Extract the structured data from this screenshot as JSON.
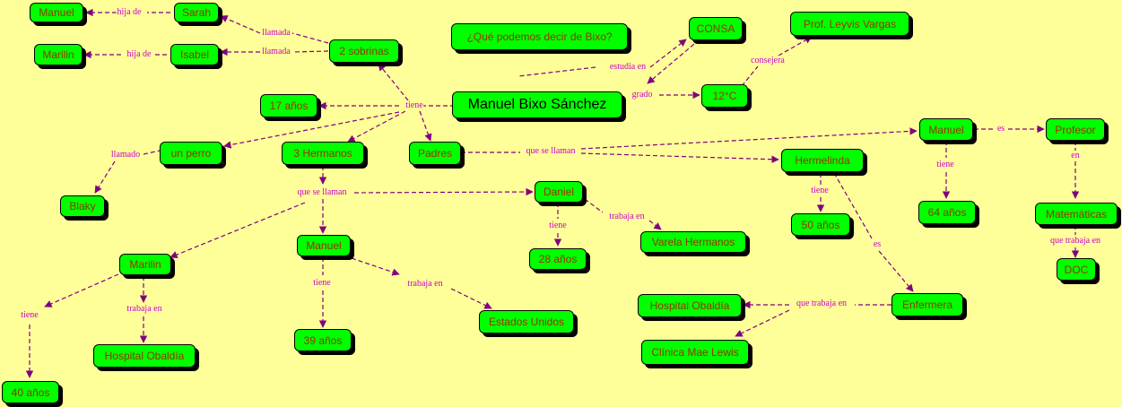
{
  "colors": {
    "background": "#ffff99",
    "node_fill": "#00ff00",
    "node_text": "#993300",
    "main_text": "#000000",
    "link_label": "#cc00cc",
    "edge": "#800080"
  },
  "nodes": {
    "manuel_top": "Manuel",
    "sarah": "Sarah",
    "marilin_top": "Marilin",
    "isabel": "Isabel",
    "dos_sobrinas": "2 sobrinas",
    "question": "¿Qué podemos decir de Bixo?",
    "consa": "CONSA",
    "leyvis": "Prof. Leyvis Vargas",
    "edad17": "17 años",
    "main": "Manuel Bixo Sánchez",
    "grado12": "12°C",
    "perro": "un perro",
    "hermanos3": "3 Hermanos",
    "padres": "Padres",
    "manuel_padre": "Manuel",
    "profesor": "Profesor",
    "hermelinda": "Hermelinda",
    "daniel": "Daniel",
    "blaky": "Blaky",
    "edad50": "50 años",
    "edad64": "64 años",
    "matematicas": "Matemáticas",
    "varela": "Varela Hermanos",
    "manuel_hermano": "Manuel",
    "marilin_hermana": "Marilin",
    "edad28": "28 años",
    "doc": "DOC",
    "estados_unidos": "Estados Unidos",
    "enfermera": "Enfermera",
    "hospital_obaldia_1": "Hospital Obaldía",
    "hospital_obaldia_2": "Hospital Obaldía",
    "clinica": "Clínica Mae Lewis",
    "edad39": "39 años",
    "edad40": "40 años"
  },
  "links": {
    "hija_de_1": "hija de",
    "hija_de_2": "hija de",
    "llamada_1": "llamada",
    "llamada_2": "llamada",
    "estudia_en": "estudia en",
    "grado": "grado",
    "consejera": "consejera",
    "tiene_main": "tiene",
    "llamado": "llamado",
    "que_se_llaman_padres": "que se llaman",
    "es_1": "es",
    "en": "en",
    "que_se_llaman_hermanos": "que se llaman",
    "tiene_manuel_padre": "tiene",
    "tiene_hermelinda": "tiene",
    "tiene_daniel": "tiene",
    "trabaja_en_daniel": "trabaja en",
    "que_trabaja_en_doc": "que trabaja en",
    "es_2": "es",
    "trabaja_en_manuel": "trabaja en",
    "tiene_manuel_hermano": "tiene",
    "trabaja_en_marilin": "trabaja en",
    "tiene_marilin": "tiene",
    "que_trabaja_en_enf": "que trabaja en"
  }
}
